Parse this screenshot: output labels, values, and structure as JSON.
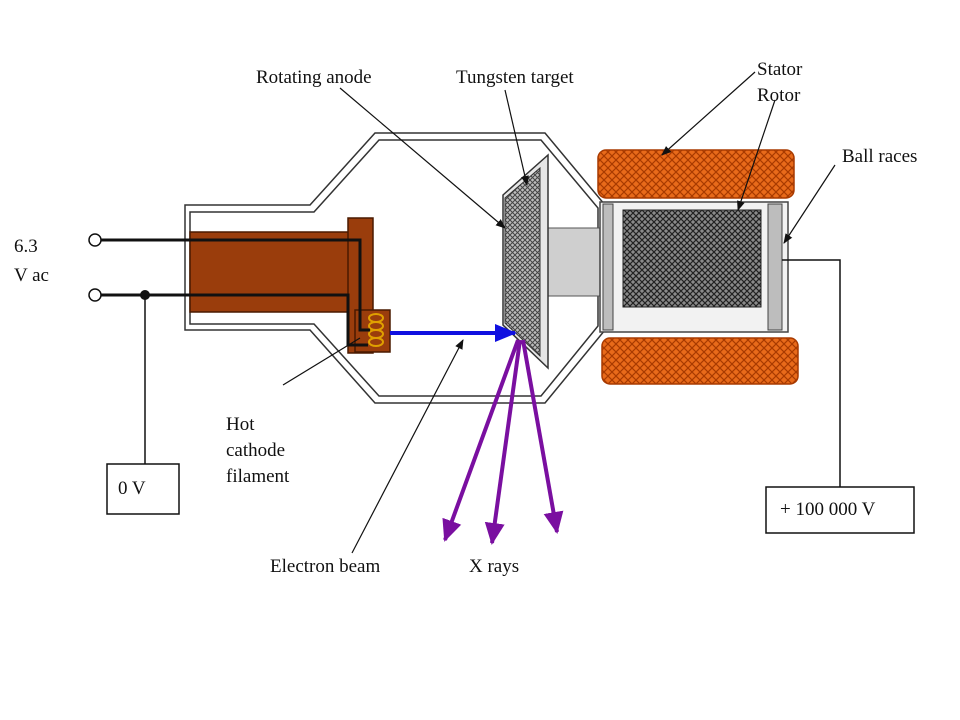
{
  "labels": {
    "rotating_anode": "Rotating anode",
    "tungsten_target": "Tungsten target",
    "stator": "Stator",
    "rotor": "Rotor",
    "ball_races": "Ball races",
    "supply_value": "6.3",
    "supply_unit": "V ac",
    "hot": "Hot",
    "cathode": "cathode",
    "filament": "filament",
    "ground": "0 V",
    "high_voltage": "+ 100 000 V",
    "electron_beam": "Electron beam",
    "x_rays": "X rays"
  },
  "colors": {
    "cathode_body": "#9a3d0c",
    "stator_coil": "#e86a1a",
    "beam": "#1010e0",
    "xray": "#7a0fa0",
    "filament": "#e0a000"
  }
}
